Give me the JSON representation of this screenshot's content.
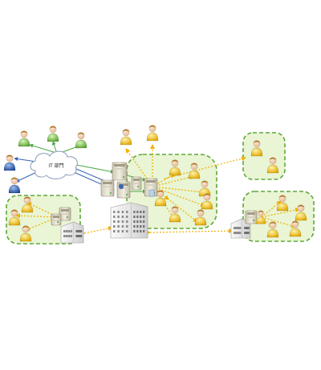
{
  "cloud": {
    "label": "IT 部門"
  },
  "colors": {
    "green_person": "#7cc04a",
    "blue_person": "#2d5fb0",
    "yellow_person": "#f0c020",
    "group_fill": "#e9f5d4",
    "group_border": "#5fa83a",
    "link_green": "#4fa84a",
    "link_blue": "#3a64b4",
    "link_yellow": "#f0b000",
    "server_body": "#e4e0d2",
    "building": "#eeeeee"
  },
  "nodes": {
    "cloud": "cloud",
    "servers": [
      "server-cluster"
    ],
    "buildings": [
      "hq-building",
      "left-branch-building",
      "right-branch-building"
    ],
    "person_groups": [
      "it-users",
      "hq-users",
      "left-branch-users",
      "remote-top-users",
      "right-branch-users"
    ]
  }
}
